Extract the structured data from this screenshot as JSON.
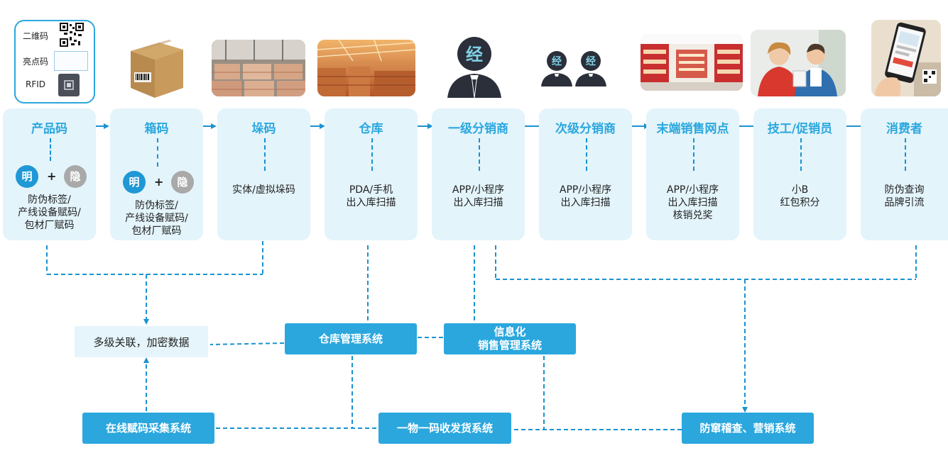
{
  "code_legend": {
    "qr_label": "二维码",
    "light_label": "亮点码",
    "rfid_label": "RFID"
  },
  "stages": [
    {
      "title": "产品码",
      "badges": {
        "ming": "明",
        "yin": "隐"
      },
      "desc": [
        "防伪标签/",
        "产线设备赋码/",
        "包材厂赋码"
      ]
    },
    {
      "title": "箱码",
      "badges": {
        "ming": "明",
        "yin": "隐"
      },
      "desc": [
        "防伪标签/",
        "产线设备赋码/",
        "包材厂赋码"
      ]
    },
    {
      "title": "垛码",
      "desc": [
        "实体/虚拟垛码"
      ]
    },
    {
      "title": "仓库",
      "desc": [
        "PDA/手机",
        "出入库扫描"
      ]
    },
    {
      "title": "一级分销商",
      "desc": [
        "APP/小程序",
        "出入库扫描"
      ]
    },
    {
      "title": "次级分销商",
      "desc": [
        "APP/小程序",
        "出入库扫描"
      ]
    },
    {
      "title": "末端销售网点",
      "desc": [
        "APP/小程序",
        "出入库扫描",
        "核销兑奖"
      ]
    },
    {
      "title": "技工/促销员",
      "desc": [
        "小B",
        "红包积分"
      ]
    },
    {
      "title": "消费者",
      "desc": [
        "防伪查询",
        "品牌引流"
      ]
    }
  ],
  "distributor_icon_char": "经",
  "plus_sign": "+",
  "systems": {
    "encrypt": "多级关联，加密数据",
    "warehouse": "仓库管理系统",
    "info_line1": "信息化",
    "info_line2": "销售管理系统",
    "online": "在线赋码采集系统",
    "shipping": "一物一码收发货系统",
    "anti": "防窜稽查、营销系统"
  },
  "colors": {
    "accent": "#2ba7de",
    "stage_bg": "#e3f4fb",
    "connector": "#1a93d1",
    "badge_visible": "#1f98d5",
    "badge_hidden": "#a9a9a9",
    "icon_dark": "#2b2f3a",
    "icon_char": "#7fd0e6"
  }
}
